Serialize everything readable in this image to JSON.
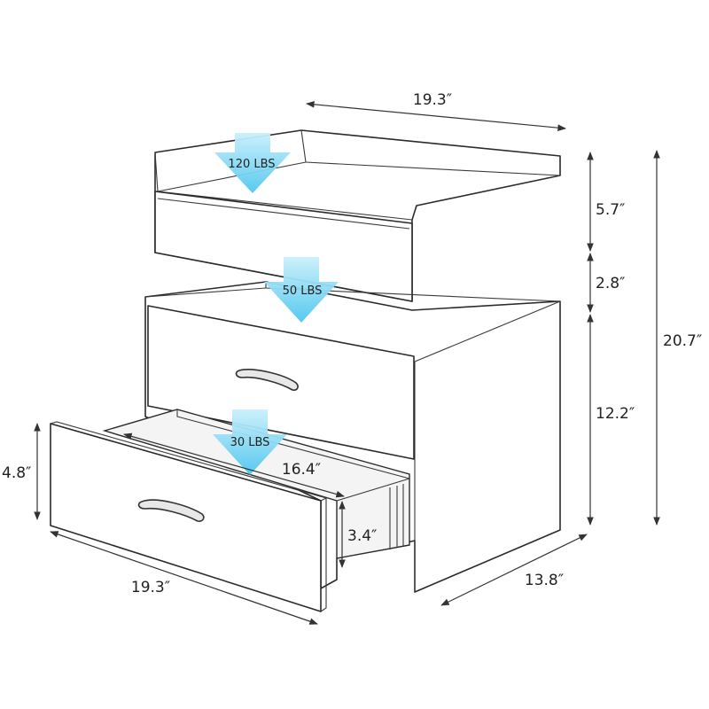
{
  "dimensions": {
    "top_width": "19.3″",
    "top_section_height": "5.7″",
    "gap_height": "2.8″",
    "total_height": "20.7″",
    "body_height": "12.2″",
    "drawer_front_height": "4.8″",
    "drawer_inner_depth": "16.4″",
    "drawer_inner_height": "3.4″",
    "bottom_width": "19.3″",
    "depth": "13.8″"
  },
  "loads": {
    "top_shelf": "120 LBS",
    "middle_shelf": "50 LBS",
    "drawer": "30 LBS"
  },
  "colors": {
    "arrow_top": "#9fe3f5",
    "arrow_bottom": "#57c9ee",
    "outline": "#2a2a2a"
  }
}
